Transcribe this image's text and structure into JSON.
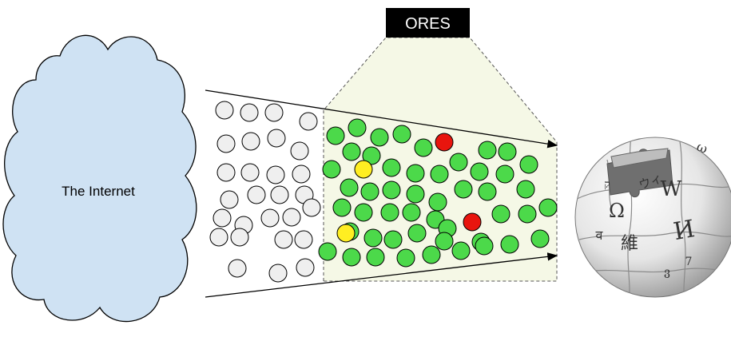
{
  "diagram": {
    "cloud": {
      "label": "The Internet",
      "fill": "#cfe2f3",
      "stroke": "#000000"
    },
    "ores_box": {
      "label": "ORES",
      "fill": "#000000",
      "text_color": "#ffffff"
    },
    "filter_region": {
      "fill": "#f5f8e6",
      "stroke": "#555555"
    },
    "edit_colors": {
      "unscored": "#efefef",
      "good": "#4cd94a",
      "uncertain": "#ffee22",
      "damaging": "#e8150e",
      "outline": "#000000"
    },
    "globe": {
      "icon": "wikipedia-globe-icon",
      "glyphs": [
        "Ω",
        "W",
        "И",
        "維",
        "ウィ",
        "ω",
        "व",
        "ק",
        "ვ",
        "7"
      ]
    }
  }
}
